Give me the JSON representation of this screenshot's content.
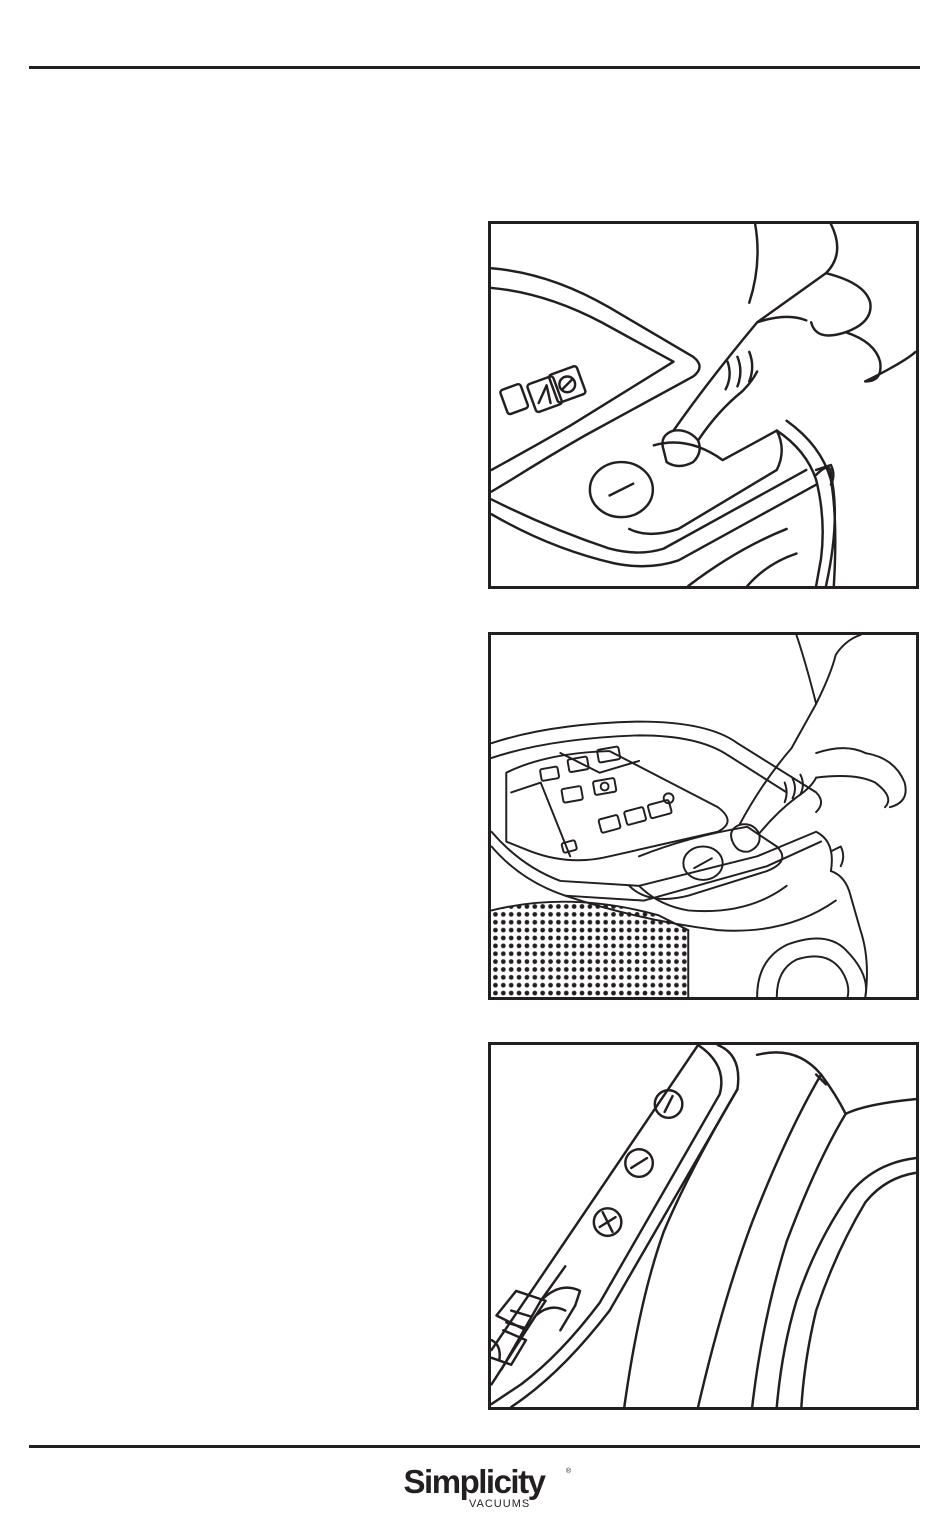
{
  "figures": [
    {
      "name": "figure-finger-pressing-minus-button-closeup"
    },
    {
      "name": "figure-finger-pressing-minus-button-canister"
    },
    {
      "name": "figure-handle-control-buttons"
    }
  ],
  "footer": {
    "brand": "Simplicity",
    "brand_sub": "VACUUMS",
    "registered_mark": "®"
  }
}
